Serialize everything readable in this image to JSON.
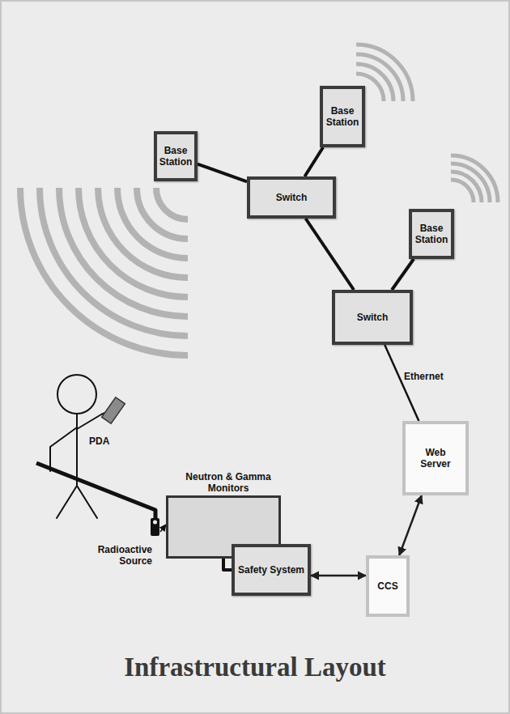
{
  "diagram": {
    "title": "Infrastructural Layout",
    "nodes": [
      {
        "text": [
          "Base Station"
        ]
      },
      {
        "text": [
          "Base Station"
        ]
      },
      {
        "text": [
          "Switch"
        ]
      },
      {
        "text": [
          "Base Station"
        ]
      },
      {
        "text": [
          "Switch"
        ]
      },
      {
        "text": [
          "Web Server"
        ]
      },
      {
        "text": [
          "Neutron & Gamma Monitors"
        ]
      },
      {
        "text": [
          "Safety System"
        ]
      },
      {
        "text": [
          "CCS"
        ]
      }
    ],
    "edges": [
      {
        "from": 2,
        "to": 0,
        "arrow": "none"
      },
      {
        "from": 2,
        "to": 1,
        "arrow": "none"
      },
      {
        "from": 2,
        "to": 4,
        "arrow": "none"
      },
      {
        "from": 4,
        "to": 3,
        "arrow": "none"
      },
      {
        "from": 4,
        "to": 5,
        "label": "Ethernet",
        "arrow": "none"
      },
      {
        "from": 5,
        "to": 8,
        "arrow": "both"
      },
      {
        "from": 8,
        "to": 7,
        "arrow": "both"
      },
      {
        "from": 6,
        "to": 7,
        "arrow": "none"
      }
    ],
    "labels": [
      "PDA",
      "Radioactive Source"
    ]
  }
}
